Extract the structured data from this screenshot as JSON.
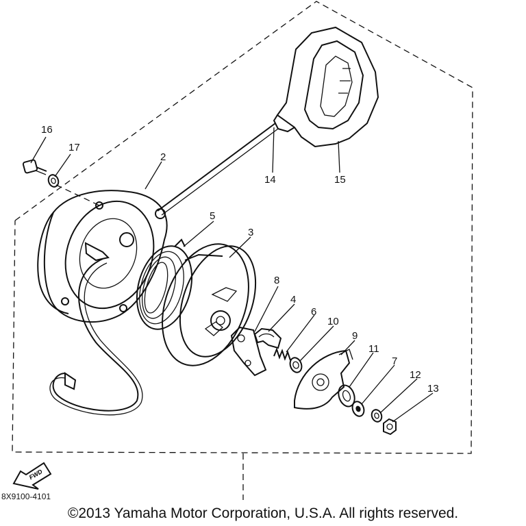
{
  "figure": {
    "diagram_code": "8X9100-4101",
    "copyright": "©2013 Yamaha Motor Corporation, U.S.A. All rights reserved.",
    "fwd_label": "FWD"
  },
  "callouts": {
    "p2": "2",
    "p3": "3",
    "p4": "4",
    "p5": "5",
    "p6": "6",
    "p7": "7",
    "p8": "8",
    "p9": "9",
    "p10": "10",
    "p11": "11",
    "p12": "12",
    "p13": "13",
    "p14": "14",
    "p15": "15",
    "p16": "16",
    "p17": "17"
  }
}
